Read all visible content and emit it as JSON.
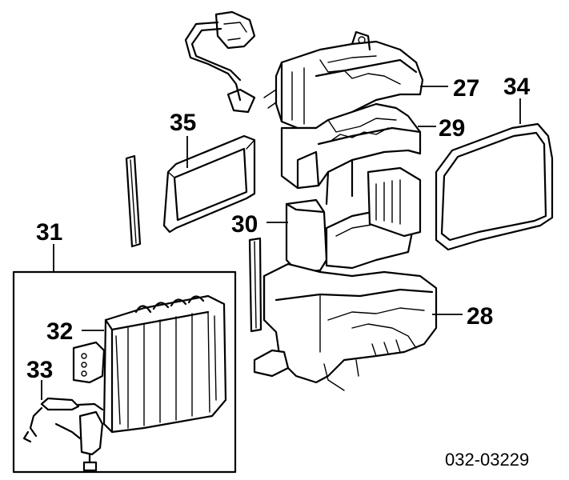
{
  "callouts": {
    "c27": "27",
    "c28": "28",
    "c29": "29",
    "c30": "30",
    "c31": "31",
    "c32": "32",
    "c33": "33",
    "c34": "34",
    "c35": "35"
  },
  "diagram_code": "032-03229"
}
